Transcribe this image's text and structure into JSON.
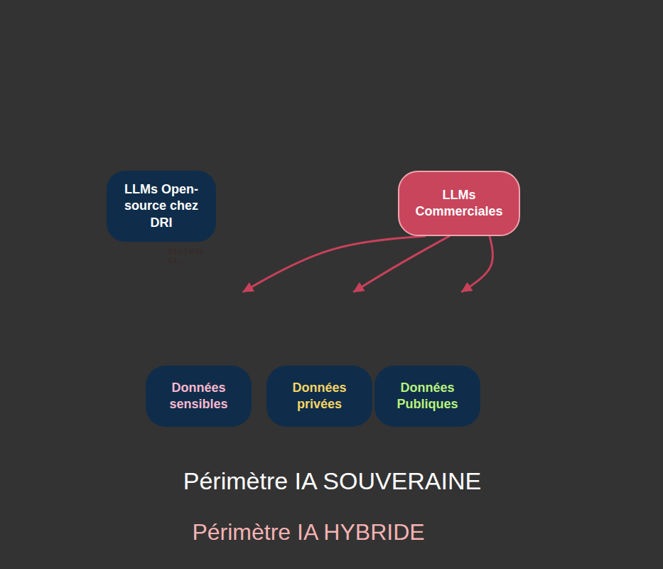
{
  "diagram": {
    "nodes": [
      {
        "text": [
          "Périmètre IA HYBRIDE"
        ]
      },
      {
        "text": [
          "Périmètre IA SOUVERAINE"
        ],
        "in": 0
      },
      {
        "text": [
          "LLMs Open-source chez DRI"
        ],
        "in": 1
      },
      {
        "text": [
          "LLMs Commerciales"
        ],
        "in": 0
      },
      {
        "text": [
          "Données sensibles"
        ],
        "in": 1
      },
      {
        "text": [
          "Données privées"
        ],
        "in": 1
      },
      {
        "text": [
          "Données Publiques"
        ],
        "in": 1
      }
    ],
    "edges": [
      {
        "from": 3,
        "to": 4,
        "arrow": "to"
      },
      {
        "from": 3,
        "to": 5,
        "arrow": "to"
      },
      {
        "from": 3,
        "to": 6,
        "arrow": "to"
      }
    ],
    "labels": [
      "MISTRAL AI_"
    ]
  }
}
